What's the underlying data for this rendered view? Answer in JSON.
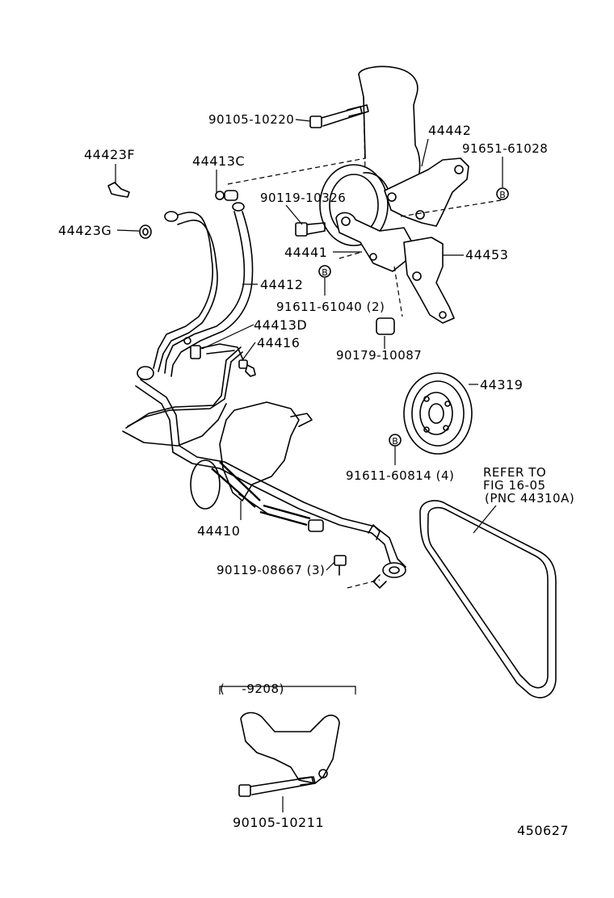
{
  "labels": {
    "p_90105_10220": "90105-10220",
    "p_44442": "44442",
    "p_91651_61028": "91651-61028",
    "p_44423F": "44423F",
    "p_44413C": "44413C",
    "p_90119_10326": "90119-10326",
    "p_44423G": "44423G",
    "p_44441": "44441",
    "p_44453": "44453",
    "p_44412": "44412",
    "p_91611_61040": "91611-61040 (2)",
    "p_44413D": "44413D",
    "p_44416": "44416",
    "p_90179_10087": "90179-10087",
    "p_44319": "44319",
    "p_91611_60814": "91611-60814 (4)",
    "refer_line1": "REFER TO",
    "refer_line2": "FIG 16-05",
    "refer_line3": "(PNC 44310A)",
    "p_44410": "44410",
    "p_90119_08667": "90119-08667 (3)",
    "date_range": "(    -9208)",
    "p_90105_10211": "90105-10211",
    "figure_number": "450627"
  },
  "washer_symbol": "B"
}
